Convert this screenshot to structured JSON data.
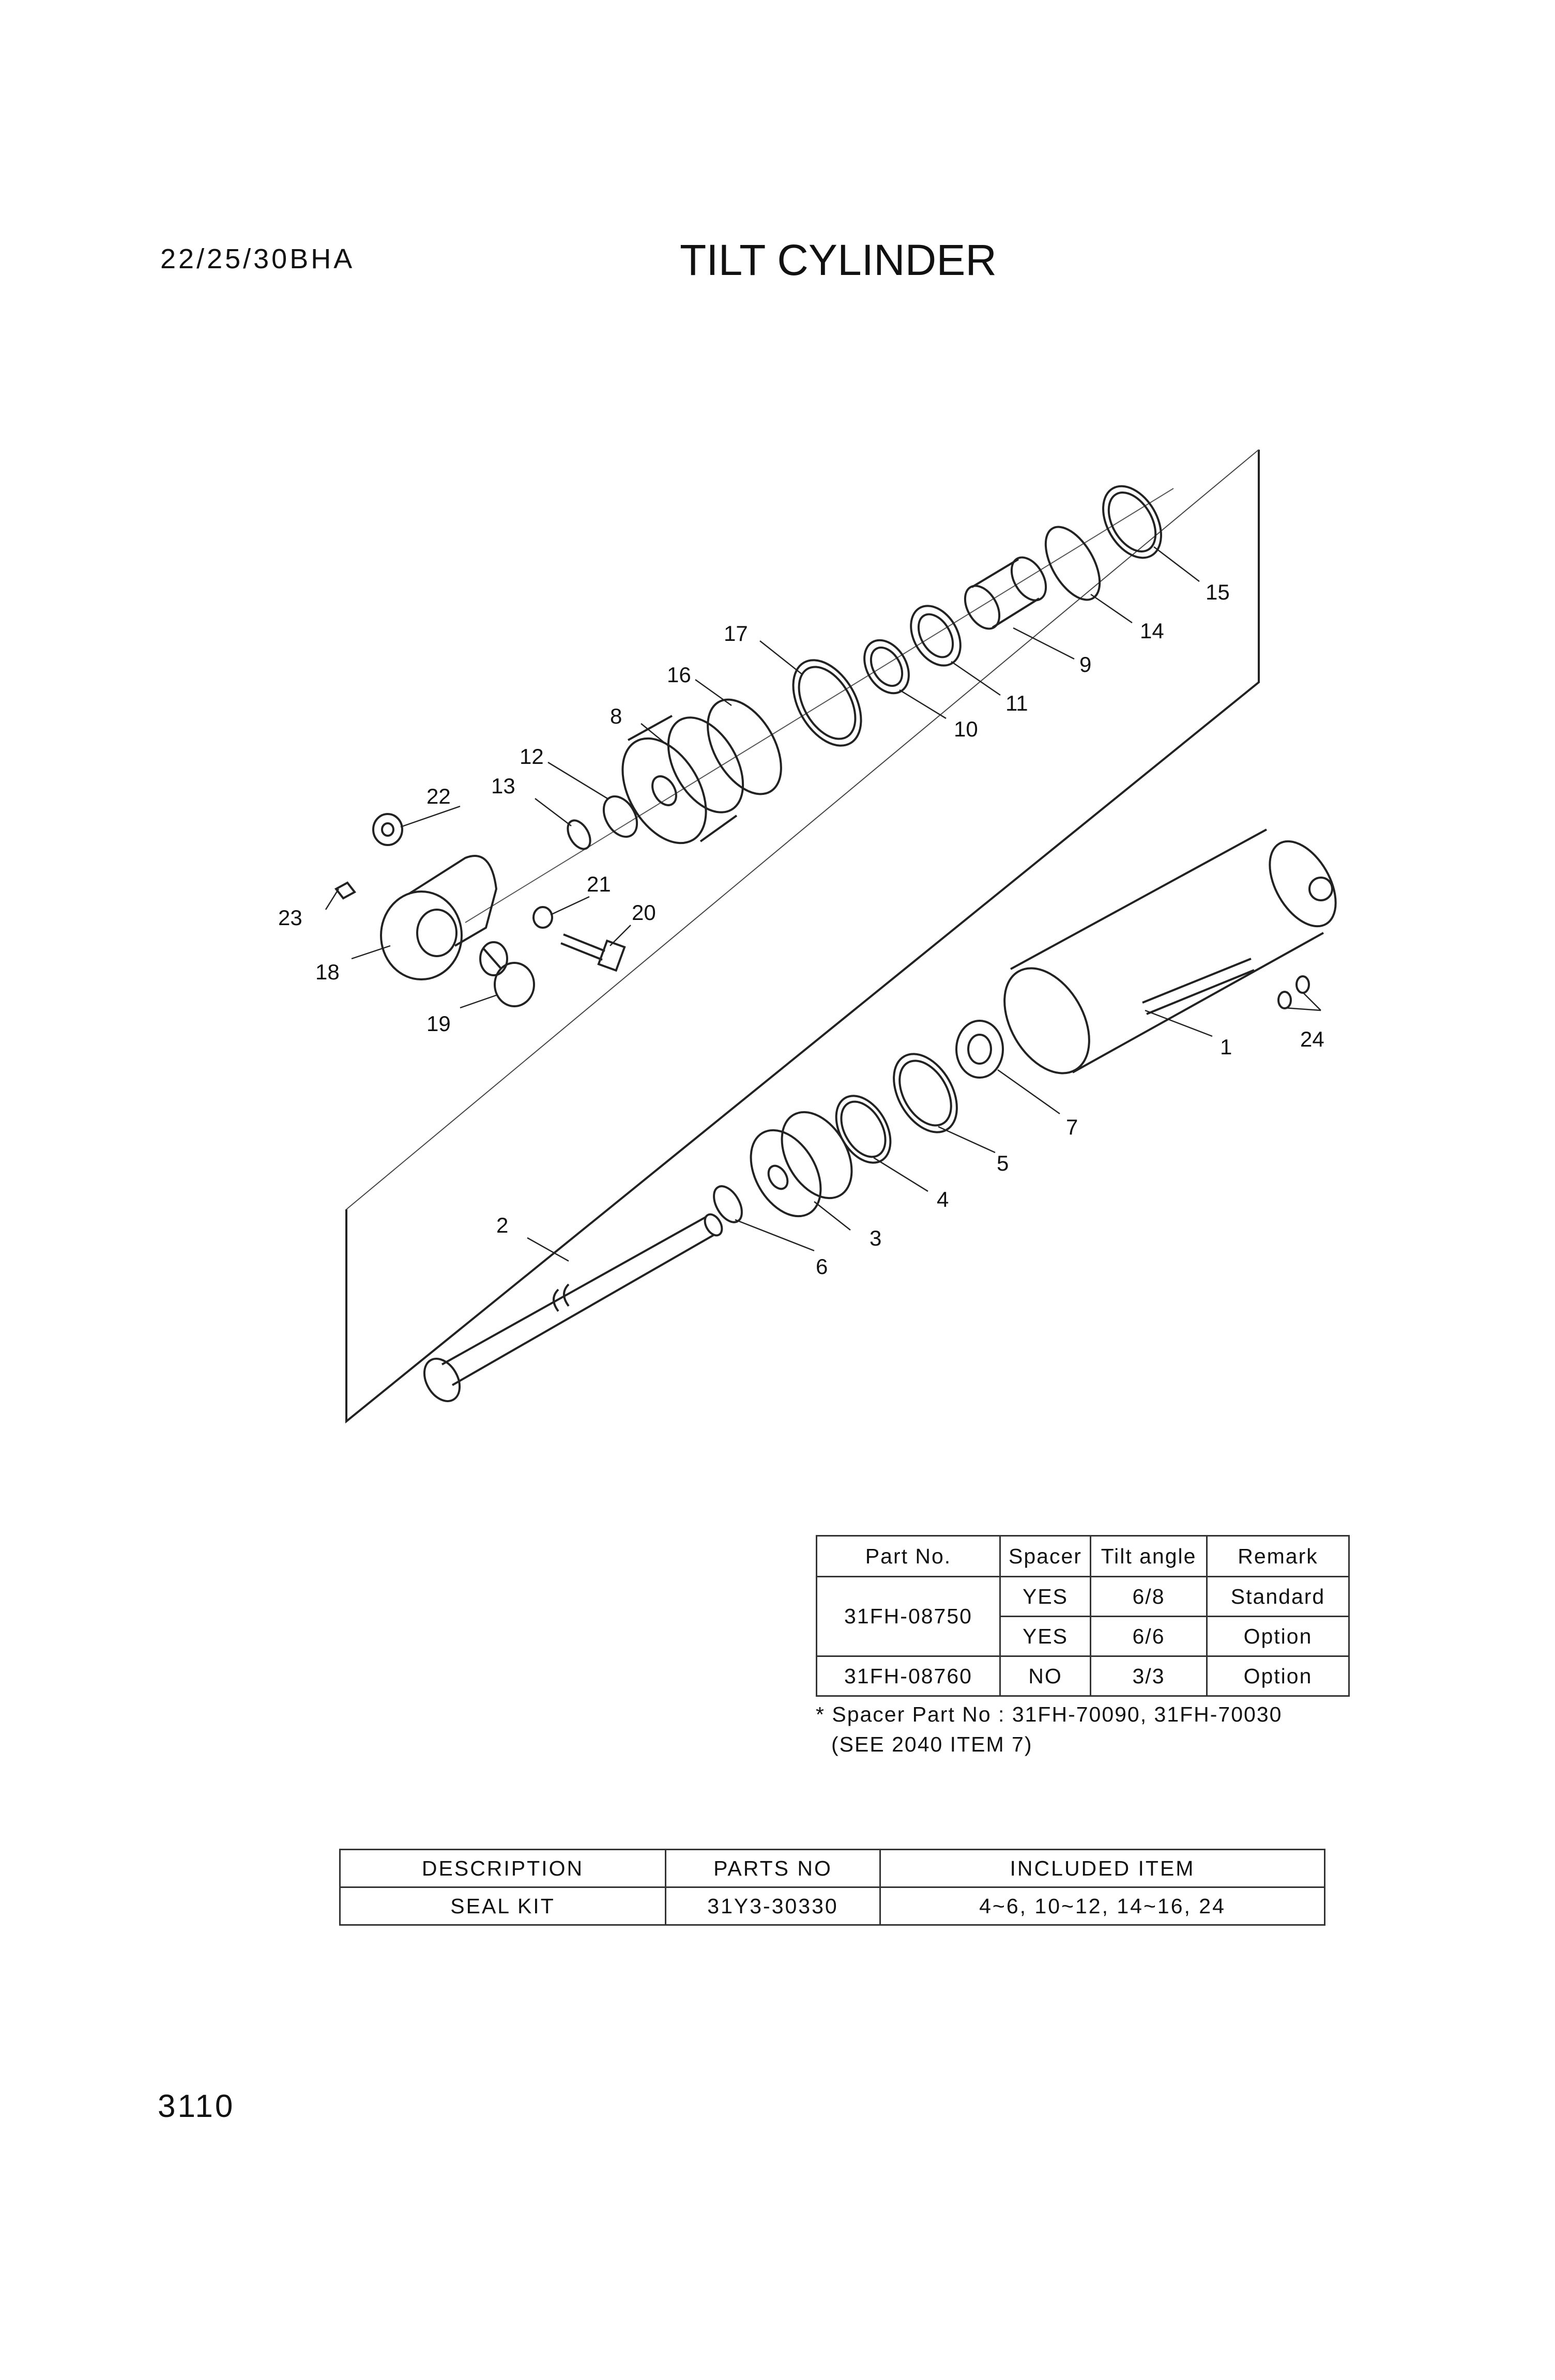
{
  "header": {
    "model": "22/25/30BHA",
    "title": "TILT CYLINDER"
  },
  "diagram": {
    "callouts": [
      "1",
      "2",
      "3",
      "4",
      "5",
      "6",
      "7",
      "8",
      "9",
      "10",
      "11",
      "12",
      "13",
      "14",
      "15",
      "16",
      "17",
      "18",
      "19",
      "20",
      "21",
      "22",
      "23",
      "24"
    ]
  },
  "spec_table": {
    "headers": [
      "Part No.",
      "Spacer",
      "Tilt angle",
      "Remark"
    ],
    "rows": [
      {
        "part_no": "31FH-08750",
        "spacer": "YES",
        "tilt_angle": "6/8",
        "remark": "Standard"
      },
      {
        "part_no": "",
        "spacer": "YES",
        "tilt_angle": "6/6",
        "remark": "Option"
      },
      {
        "part_no": "31FH-08760",
        "spacer": "NO",
        "tilt_angle": "3/3",
        "remark": "Option"
      }
    ],
    "note_line1": "* Spacer Part No : 31FH-70090, 31FH-70030",
    "note_line2": "(SEE 2040 ITEM 7)"
  },
  "kit_table": {
    "headers": [
      "DESCRIPTION",
      "PARTS NO",
      "INCLUDED ITEM"
    ],
    "row": {
      "description": "SEAL KIT",
      "parts_no": "31Y3-30330",
      "included": "4~6, 10~12, 14~16, 24"
    }
  },
  "footer": {
    "page_number": "3110"
  }
}
